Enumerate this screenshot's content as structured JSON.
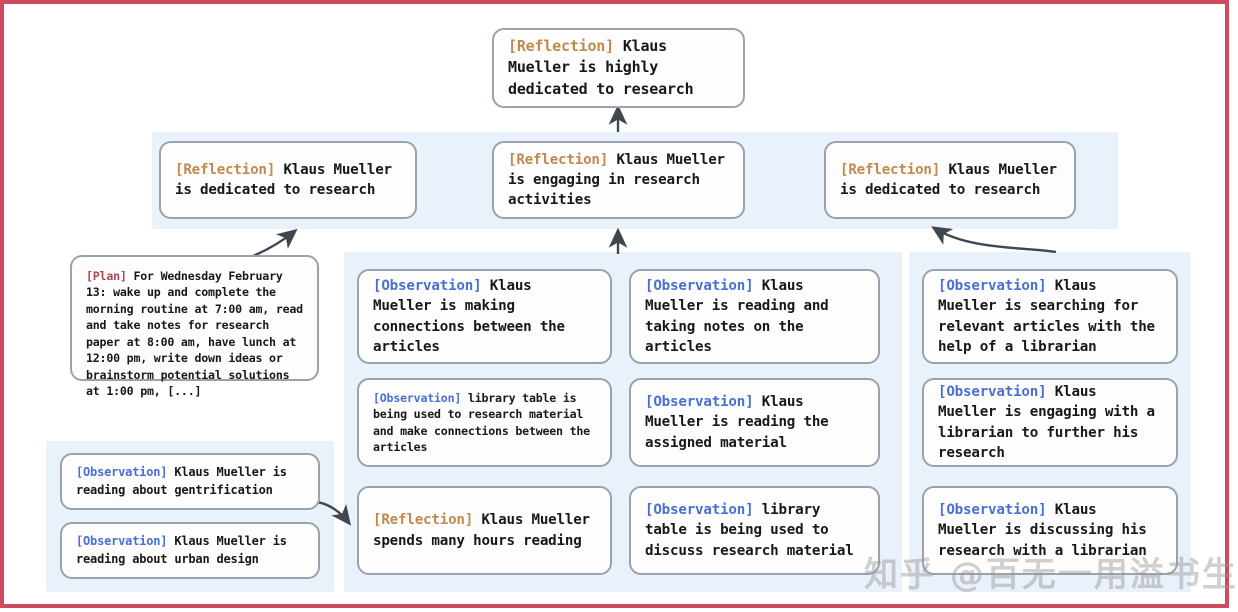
{
  "figure": {
    "type": "reflection-tree-diagram",
    "border_color": "#cf4a5e",
    "panel_bg": "#e9f1fa",
    "node_border": "#9aa3ad",
    "tag_colors": {
      "reflection": "#c08a4e",
      "observation": "#4a6fd4",
      "plan": "#b0454f"
    }
  },
  "nodes": {
    "top_reflection": {
      "tag": "[Reflection]",
      "text": " Klaus Mueller is highly dedicated to research"
    },
    "mid_reflection_left": {
      "tag": "[Reflection]",
      "text": " Klaus Mueller is dedicated to research"
    },
    "mid_reflection_center": {
      "tag": "[Reflection]",
      "text": " Klaus Mueller is engaging in research activities"
    },
    "mid_reflection_right": {
      "tag": "[Reflection]",
      "text": " Klaus Mueller is dedicated to research"
    },
    "plan": {
      "tag": "[Plan]",
      "text": " For Wednesday February 13: wake up and complete the morning routine at 7:00 am, read and take notes for research paper at 8:00 am, have lunch at 12:00 pm, write down ideas or brainstorm potential solutions at 1:00 pm, [...]"
    },
    "obs_bottomleft_1": {
      "tag": "[Observation]",
      "text": " Klaus Mueller is reading about gentrification"
    },
    "obs_bottomleft_2": {
      "tag": "[Observation]",
      "text": " Klaus Mueller is reading about urban design"
    },
    "col1_1": {
      "tag": "[Observation]",
      "text": " Klaus Mueller is making connections between the articles"
    },
    "col1_2": {
      "tag": "[Observation]",
      "text": " library table is being used to research material and make connections between the articles"
    },
    "col1_3": {
      "tag": "[Reflection]",
      "text": " Klaus Mueller spends many hours reading"
    },
    "col2_1": {
      "tag": "[Observation]",
      "text": " Klaus Mueller is reading and taking notes on the articles"
    },
    "col2_2": {
      "tag": "[Observation]",
      "text": " Klaus Mueller is reading the assigned material"
    },
    "col2_3": {
      "tag": "[Observation]",
      "text": " library table is being used to discuss research material"
    },
    "col3_1": {
      "tag": "[Observation]",
      "text": " Klaus Mueller is searching for relevant articles with the help of a librarian"
    },
    "col3_2": {
      "tag": "[Observation]",
      "text": " Klaus Mueller is engaging with a librarian to further his research"
    },
    "col3_3": {
      "tag": "[Observation]",
      "text": " Klaus Mueller is discussing his research with a librarian"
    }
  },
  "watermark": {
    "text": "知乎 @百无一用溢书生"
  }
}
